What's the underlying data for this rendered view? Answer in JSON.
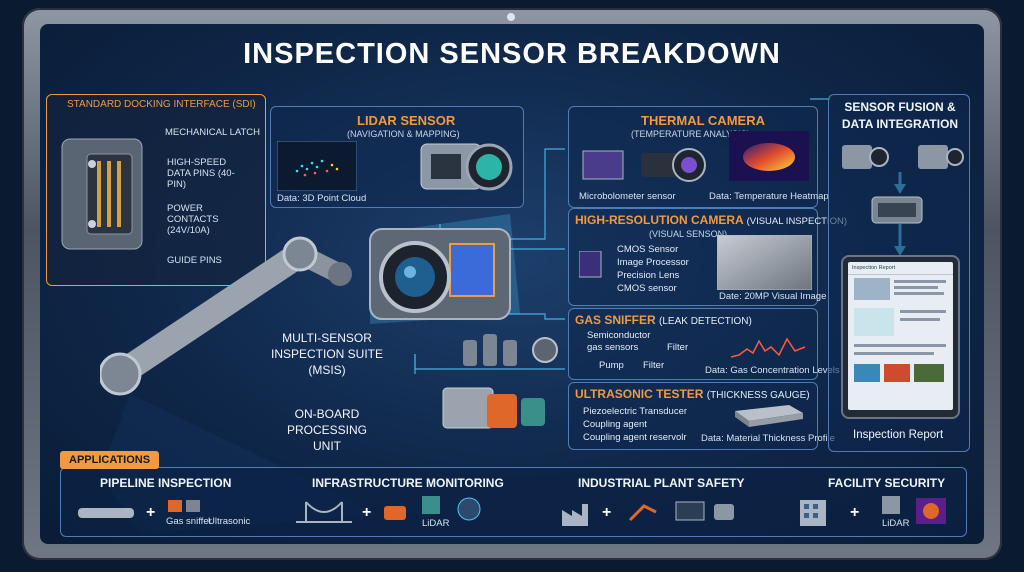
{
  "title": "INSPECTION SENSOR BREAKDOWN",
  "docking": {
    "title": "STANDARD DOCKING INTERFACE (SDI)",
    "labels": [
      "MECHANICAL LATCH",
      "HIGH-SPEED DATA PINS (40-PIN)",
      "POWER CONTACTS (24V/10A)",
      "GUIDE PINS"
    ]
  },
  "lidar": {
    "title": "LiDAR SENSOR",
    "subtitle": "(NAVIGATION & MAPPING)",
    "data_label": "Data: 3D Point Cloud"
  },
  "thermal": {
    "title": "THERMAL CAMERA",
    "subtitle": "(TEMPERATURE ANALYSIS)",
    "component": "Microbolometer sensor",
    "data_label": "Data: Temperature Heatmap"
  },
  "hires": {
    "title": "HIGH-RESOLUTION CAMERA",
    "title_suffix": "(VISUAL INSPECTION)",
    "subtitle": "(VISUAL SENSON)",
    "items": [
      "CMOS Sensor",
      "Image Processor",
      "Precision Lens",
      "CMOS sensor"
    ],
    "data_label": "Date: 20MP Visual Image"
  },
  "gas": {
    "title": "GAS SNIFFER",
    "title_suffix": "(LEAK DETECTION)",
    "items": [
      "Semiconductor",
      "gas sensors",
      "Filter",
      "Pump",
      "Filter"
    ],
    "data_label": "Data: Gas Concentration Levels"
  },
  "ultrasonic": {
    "title": "ULTRASONIC TESTER",
    "title_suffix": "(THICKNESS GAUGE)",
    "items": [
      "Piezoelectric Transducer",
      "Coupling agent",
      "Coupling agent reservolr"
    ],
    "data_label": "Data: Material Thickness Profile"
  },
  "fusion": {
    "title": "SENSOR FUSION & DATA INTEGRATION",
    "report_title": "Inspection Report",
    "caption": "Inspection Report"
  },
  "center": {
    "msis": "MULTI-SENSOR INSPECTION SUITE (MSIS)",
    "processing": "ON-BOARD PROCESSING UNIT"
  },
  "applications": {
    "tag": "APPLICATIONS",
    "items": [
      {
        "title": "PIPELINE INSPECTION",
        "sensors": [
          "Gas sniffer",
          "Ultrasonic"
        ]
      },
      {
        "title": "INFRASTRUCTURE MONITORING",
        "sensors": [
          "LiDAR"
        ]
      },
      {
        "title": "INDUSTRIAL PLANT SAFETY",
        "sensors": []
      },
      {
        "title": "FACILITY SECURITY",
        "sensors": [
          "LiDAR"
        ]
      }
    ]
  },
  "colors": {
    "accent": "#f19a3e",
    "panel_border": "#4f7cb6",
    "background": "#0f2749",
    "beam": "#4fc3f7"
  }
}
